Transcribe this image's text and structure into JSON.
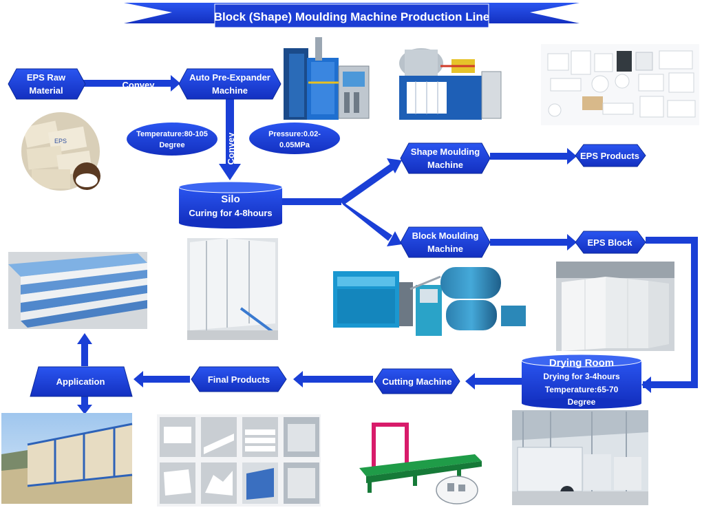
{
  "title": "Block (Shape) Moulding Machine Production Line",
  "colors": {
    "primary": "#1a3fd6",
    "dark": "#102c9e",
    "photo_bg": "#e9edf2"
  },
  "nodes": {
    "eps_raw": {
      "line1": "EPS Raw",
      "line2": "Material"
    },
    "pre_expander": {
      "line1": "Auto Pre-Expander",
      "line2": "Machine"
    },
    "temperature_note": {
      "line1": "Temperature:80-105",
      "line2": "Degree"
    },
    "pressure_note": {
      "line1": "Pressure:0.02-",
      "line2": "0.05MPa"
    },
    "silo": {
      "line1": "Silo",
      "line2": "Curing  for 4-8hours"
    },
    "shape_moulding": {
      "line1": "Shape Moulding",
      "line2": "Machine"
    },
    "eps_products": {
      "label": "EPS Products"
    },
    "block_moulding": {
      "line1": "Block Moulding",
      "line2": "Machine"
    },
    "eps_block": {
      "label": "EPS Block"
    },
    "drying_room": {
      "line1": "Drying Room",
      "line2": "Drying  for 3-4hours",
      "line3": "Temperature:65-70",
      "line4": "Degree"
    },
    "cutting_machine": {
      "label": "Cutting Machine"
    },
    "final_products": {
      "label": "Final Products"
    },
    "application": {
      "label": "Application"
    }
  },
  "edges": {
    "convey_horizontal": "Convey",
    "convey_vertical": "Convey"
  },
  "photos": {
    "raw_material_bag_text": "EPS",
    "shape_products_caption": ""
  }
}
